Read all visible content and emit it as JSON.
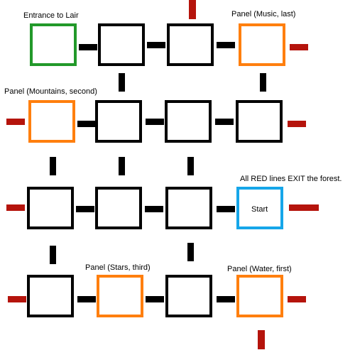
{
  "labels": {
    "entrance": "Entrance to Lair",
    "music": "Panel (Music, last)",
    "mountains": "Panel (Mountains, second)",
    "note": "All RED lines EXIT the forest.",
    "start": "Start",
    "stars": "Panel (Stars, third)",
    "water": "Panel (Water, first)"
  },
  "colors": {
    "room_border": "#000000",
    "entrance_border": "#22992a",
    "panel_border": "#ff7f0e",
    "start_border": "#16a6e9",
    "exit_line": "#b5140c",
    "connector": "#000000"
  }
}
